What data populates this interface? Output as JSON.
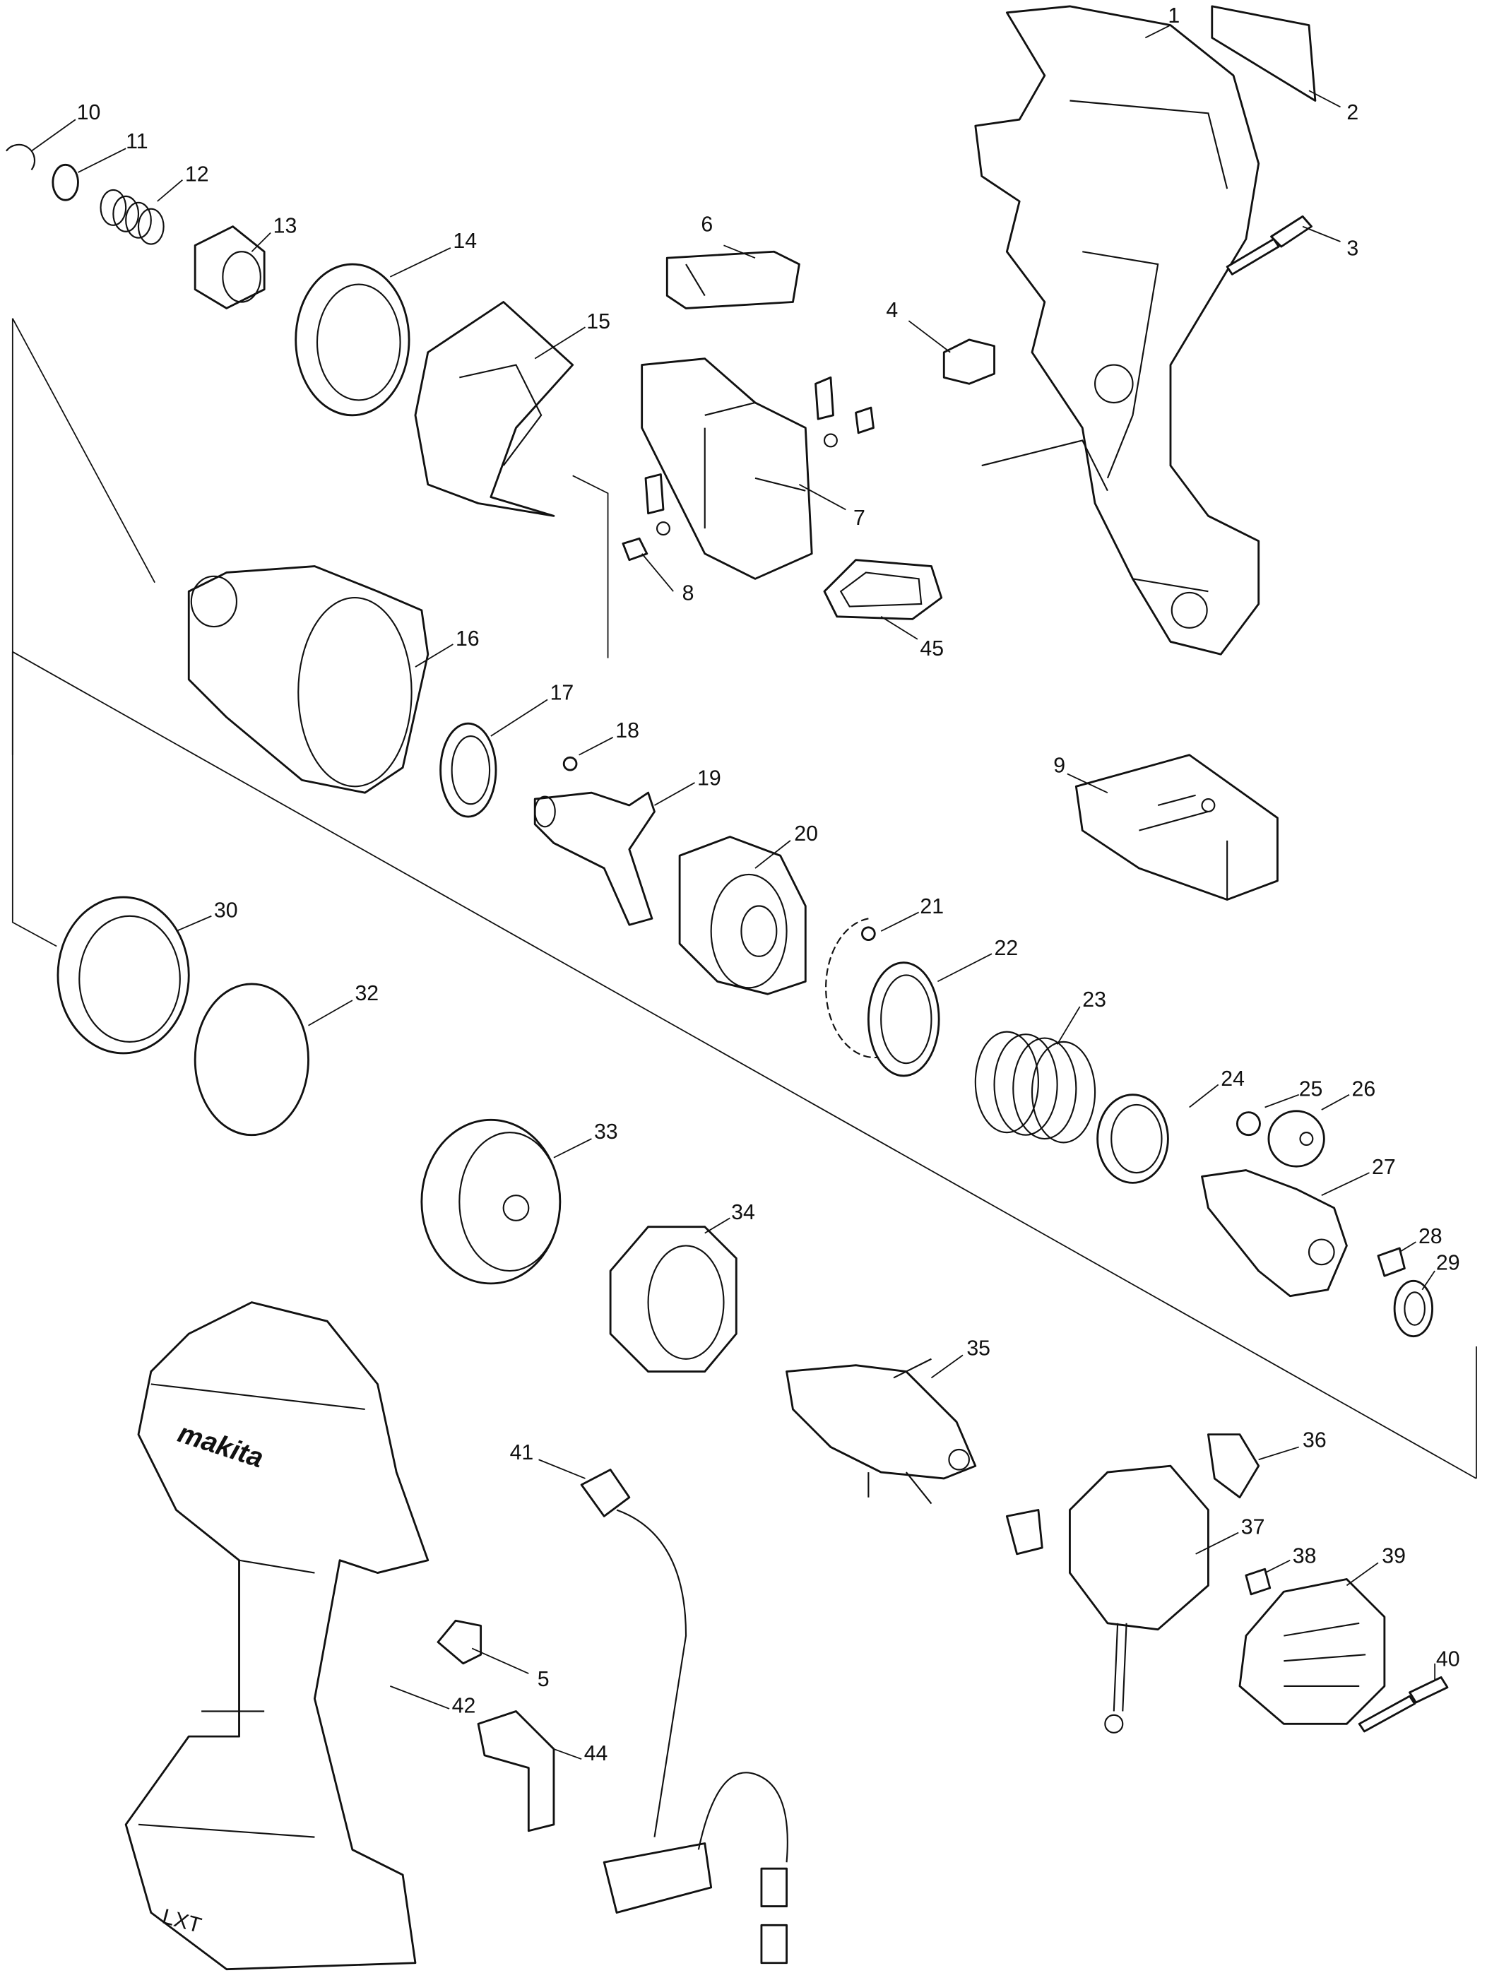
{
  "diagram": {
    "type": "exploded-parts-view",
    "logo": "makita",
    "battery_badge": "LXT"
  },
  "parts": {
    "p1": "1",
    "p2": "2",
    "p3": "3",
    "p4": "4",
    "p5": "5",
    "p6": "6",
    "p7": "7",
    "p8": "8",
    "p9": "9",
    "p10": "10",
    "p11": "11",
    "p12": "12",
    "p13": "13",
    "p14": "14",
    "p15": "15",
    "p16": "16",
    "p17": "17",
    "p18": "18",
    "p19": "19",
    "p20": "20",
    "p21": "21",
    "p22": "22",
    "p23": "23",
    "p24": "24",
    "p25": "25",
    "p26": "26",
    "p27": "27",
    "p28": "28",
    "p29": "29",
    "p30": "30",
    "p32": "32",
    "p33": "33",
    "p34": "34",
    "p35": "35",
    "p36": "36",
    "p37": "37",
    "p38": "38",
    "p39": "39",
    "p40": "40",
    "p41": "41",
    "p42": "42",
    "p44": "44",
    "p45": "45"
  }
}
